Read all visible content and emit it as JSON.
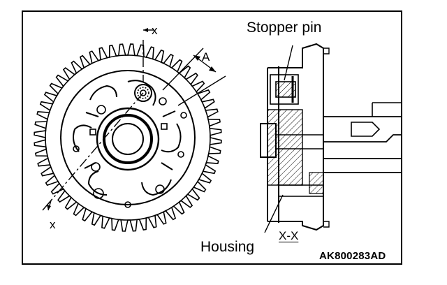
{
  "labels": {
    "stopper_pin": "Stopper pin",
    "housing": "Housing",
    "section_view": "X-X",
    "section_mark_top": "x",
    "section_mark_bottom": "x",
    "dimension_a": "A",
    "figure_code": "AK800283AD"
  },
  "colors": {
    "line": "#000000",
    "background": "#ffffff"
  }
}
